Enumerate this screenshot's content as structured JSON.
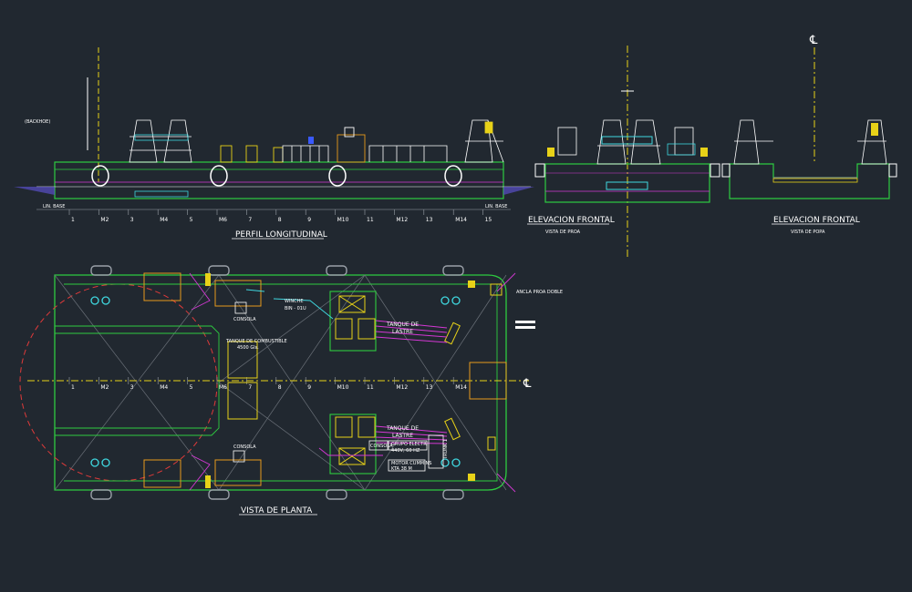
{
  "drawing": {
    "background": "#212830",
    "colors": {
      "hull_green": "#2ecc40",
      "cyan": "#3fd8e0",
      "magenta": "#d438d4",
      "yellow": "#e8d218",
      "orange": "#e89a1c",
      "red": "#e03a3a",
      "white": "#ffffff",
      "grey": "#9aa0a8",
      "dim": "#6a7078"
    },
    "profile": {
      "title": "PERFIL LONGITUDINAL",
      "side_note": "(BACKHOE)",
      "baseline_left": "LIN. BASE",
      "baseline_right": "LIN. BASE",
      "frame_marks": [
        "1",
        "M2",
        "3",
        "M4",
        "5",
        "M6",
        "7",
        "8",
        "9",
        "M10",
        "11",
        "M12",
        "13",
        "M14",
        "15"
      ]
    },
    "bow_elevation": {
      "title": "ELEVACION FRONTAL",
      "subtitle": "VISTA DE PROA"
    },
    "stern_elevation": {
      "title": "ELEVACION FRONTAL",
      "subtitle": "VISTA DE POPA",
      "cl_symbol": "℄"
    },
    "plan": {
      "title": "VISTA DE PLANTA",
      "cl_symbol": "℄",
      "frame_marks": [
        "1",
        "M2",
        "3",
        "M4",
        "5",
        "M6",
        "7",
        "8",
        "9",
        "M10",
        "11",
        "M12",
        "13",
        "M14"
      ],
      "labels": {
        "consola_top": "CONSOLA",
        "consola_bottom": "CONSOLA",
        "tanque_comb": "TANQUE DE COMBUSTIBLE",
        "tanque_comb_cap": "4500 Gls.",
        "winche": "WINCHE",
        "winche_sub": "BIN - 01U",
        "tanque_lastre_1": "TANQUE DE",
        "tanque_lastre_1b": "LASTRE",
        "tanque_lastre_2": "TANQUE DE",
        "tanque_lastre_2b": "LASTRE",
        "consola_mid": "CONSOLA",
        "gen_label": "GRUPO ELECTR.",
        "gen_sub": "440V, 60 HZ",
        "motor_label": "MOTOR CUMMINS",
        "motor_sub": "KTA 38 M",
        "trunk_label": "TRUNK 1",
        "ancla": "ANCLA PROA DOBLE"
      }
    }
  }
}
